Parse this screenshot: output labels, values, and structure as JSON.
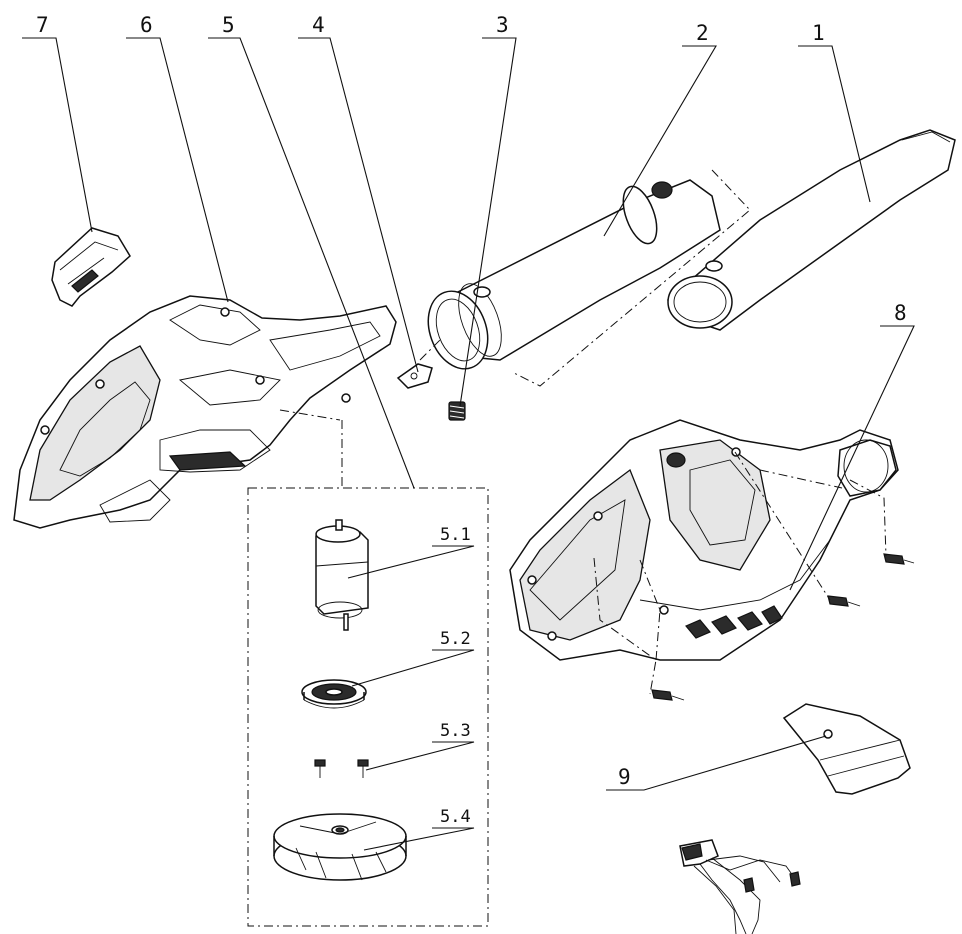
{
  "callouts": {
    "c1": "1",
    "c2": "2",
    "c3": "3",
    "c4": "4",
    "c5": "5",
    "c6": "6",
    "c7": "7",
    "c8": "8",
    "c9": "9",
    "c5_1": "5.1",
    "c5_2": "5.2",
    "c5_3": "5.3",
    "c5_4": "5.4"
  }
}
